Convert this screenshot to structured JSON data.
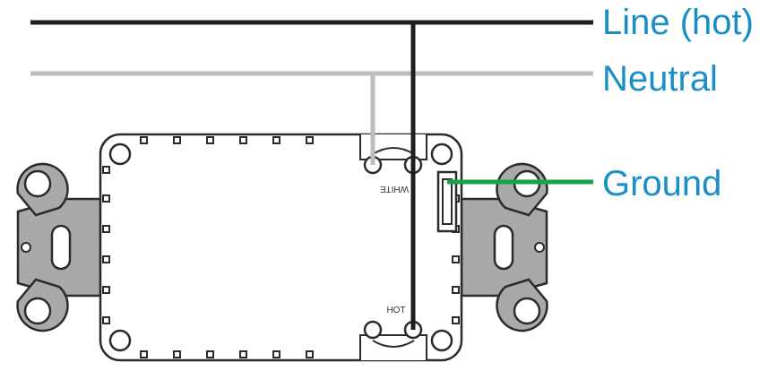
{
  "labels": {
    "line": "Line (hot)",
    "neutral": "Neutral",
    "ground": "Ground"
  },
  "terminals": {
    "white": "WHITE",
    "hot": "HOT"
  },
  "colors": {
    "line_wire": "#1e1e1e",
    "neutral_wire": "#bdbdbd",
    "ground_wire": "#17a34a",
    "label_text": "#1a8fc6",
    "device_outline": "#2b2b2b",
    "strap_fill": "#a9a9a9"
  }
}
